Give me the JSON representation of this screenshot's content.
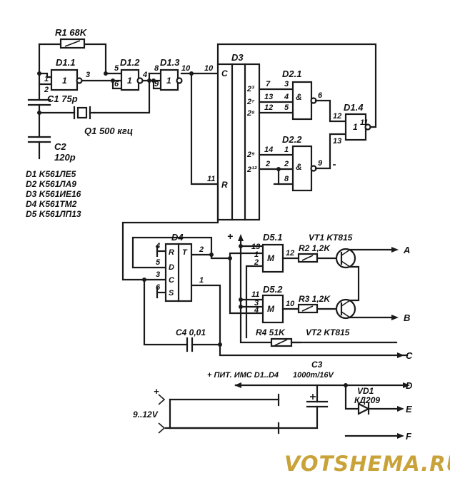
{
  "labels": {
    "r1": "R1 68K",
    "d1_1": "D1.1",
    "d1_2": "D1.2",
    "d1_3": "D1.3",
    "d3": "D3",
    "d2_1": "D2.1",
    "d2_2": "D2.2",
    "d1_4": "D1.4",
    "c1": "C1 75p",
    "q1": "Q1 500 кгц",
    "c2": "C2",
    "c2_val": "120p",
    "d4": "D4",
    "d5_1": "D5.1",
    "d5_2": "D5.2",
    "vt1": "VT1 KT815",
    "vt2": "VT2 KT815",
    "r2": "R2 1,2K",
    "r3": "R3 1,2K",
    "c4": "C4 0,01",
    "r4": "R4 51K",
    "c3": "C3",
    "c3_val": "1000m/16V",
    "supply_label": "+ ПИТ. ИМС D1..D4",
    "vd1": "VD1",
    "vd1_type": "КД209",
    "input_voltage": "9..12V",
    "plus": "+"
  },
  "legend": [
    "D1 K561ЛЕ5",
    "D2 K561ЛА9",
    "D3 K561ИЕ16",
    "D4 K561TM2",
    "D5 K561ЛП13"
  ],
  "gate_symbols": {
    "inv": "1",
    "and": "&",
    "c": "C",
    "r": "R",
    "t": "T",
    "d": "D",
    "s": "S",
    "m": "M"
  },
  "pins": {
    "p1": "1",
    "p2": "2",
    "p3": "3",
    "p4": "4",
    "p5": "5",
    "p6": "6",
    "p7": "7",
    "p8": "8",
    "p9": "9",
    "p10": "10",
    "p11": "11",
    "p12": "12",
    "p13": "13",
    "p14": "14"
  },
  "counter_outputs": [
    "2³",
    "2⁷",
    "2⁸",
    "2⁹",
    "2¹²"
  ],
  "outputs": [
    "A",
    "B",
    "C",
    "D",
    "E",
    "F"
  ],
  "watermark": "VOTSHEMA.RU"
}
